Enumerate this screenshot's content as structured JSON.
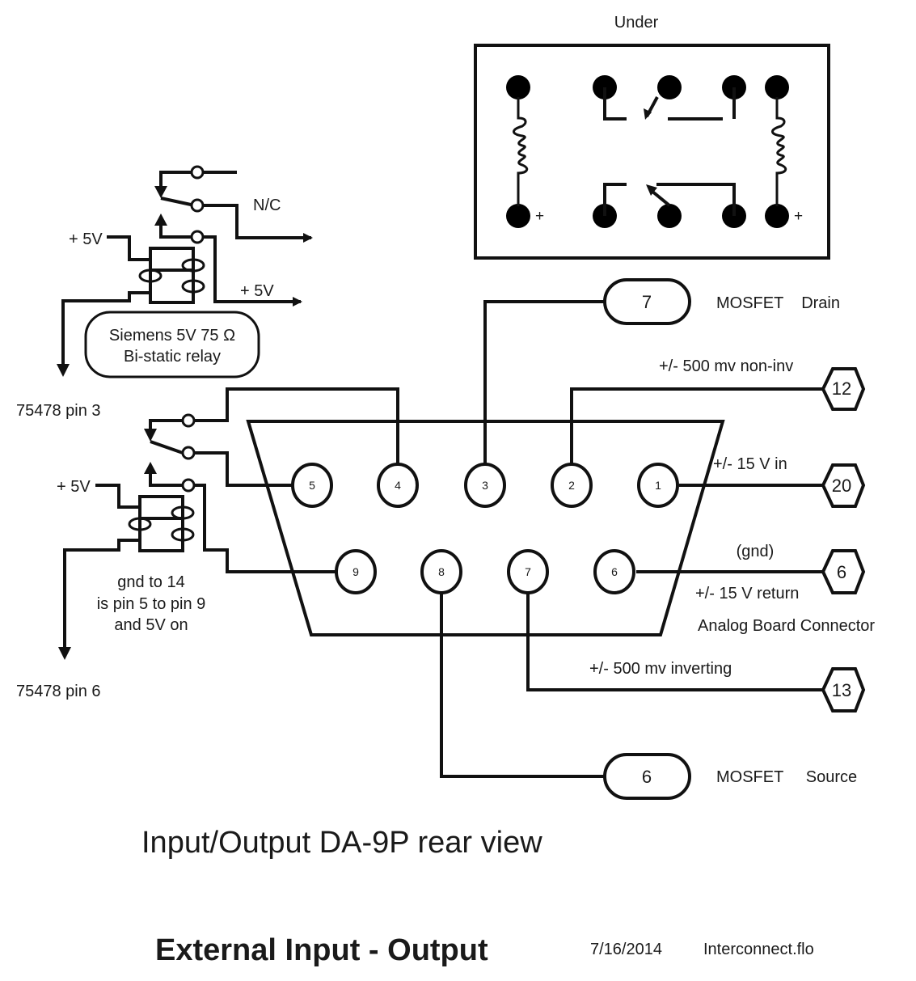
{
  "relay_top_view": {
    "title": "Under",
    "coil_plus_left": "+",
    "coil_plus_right": "+"
  },
  "relay_upper": {
    "nc_label": "N/C",
    "vplus_coil_label": "+ 5V",
    "vplus_out_label": "+ 5V",
    "part_label_line1": "Siemens 5V 75 Ω",
    "part_label_line2": "Bi-static relay",
    "driver_label": "75478 pin 3"
  },
  "relay_lower": {
    "vplus_coil_label": "+ 5V",
    "note_line1": "gnd to 14",
    "note_line2": "is pin 5 to pin 9",
    "note_line3": "and 5V on",
    "driver_label": "75478 pin 6"
  },
  "connector": {
    "title": "Input/Output DA-9P rear view",
    "top_row_pins": [
      "5",
      "4",
      "3",
      "2",
      "1"
    ],
    "bottom_row_pins": [
      "9",
      "8",
      "7",
      "6"
    ]
  },
  "terminals": {
    "mosfet_drain": {
      "number": "7",
      "label": "MOSFET    Drain"
    },
    "mosfet_source": {
      "number": "6",
      "label": "MOSFET     Source"
    },
    "non_inv": {
      "number": "12",
      "label": "+/- 500 mv non-inv"
    },
    "v15_in": {
      "number": "20",
      "label": "+/- 15 V in"
    },
    "gnd": {
      "number": "6",
      "label_top": "(gnd)",
      "label_bottom": "+/- 15 V return"
    },
    "inverting": {
      "number": "13",
      "label": "+/- 500 mv inverting"
    },
    "analog_board_label": "Analog Board Connector"
  },
  "footer": {
    "title": "External Input - Output",
    "date": "7/16/2014",
    "filename": "Interconnect.flo"
  }
}
